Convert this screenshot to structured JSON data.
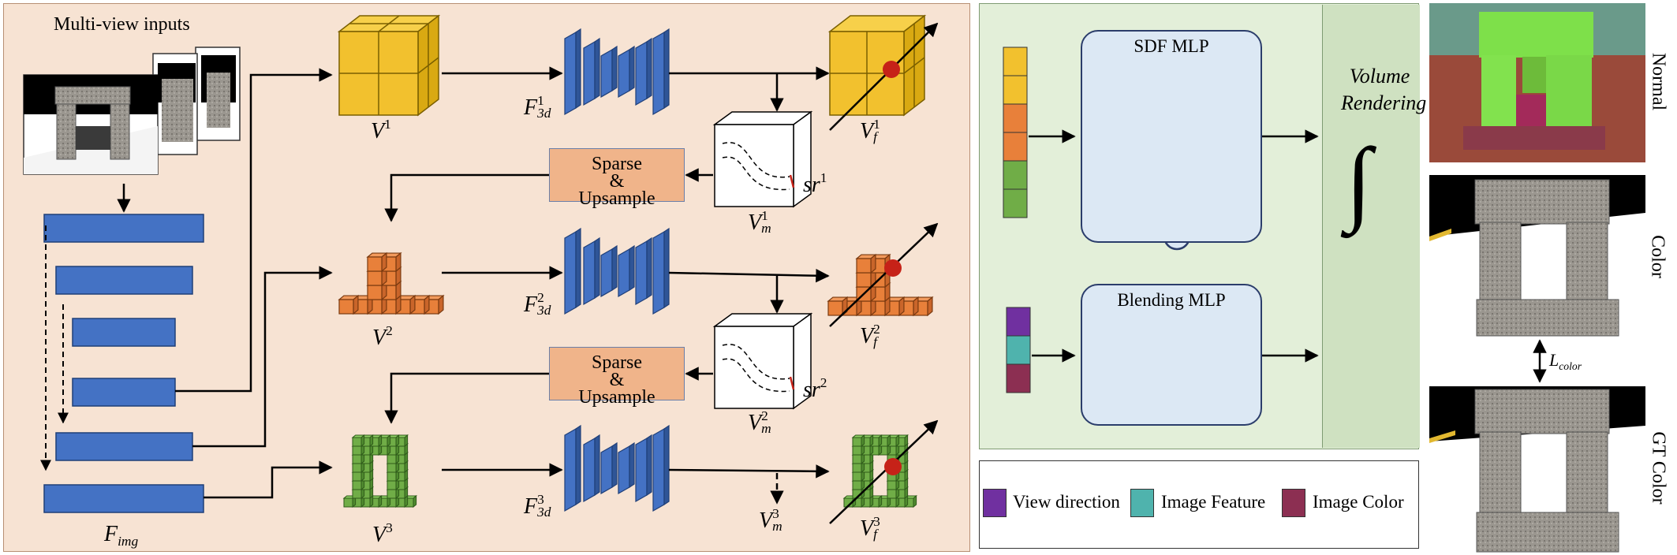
{
  "left_panel": {
    "inputs_title": "Multi-view inputs",
    "f_img": {
      "base": "F",
      "sub": "img"
    },
    "sparse_label": [
      "Sparse",
      "&",
      "Upsample"
    ],
    "volumes": [
      {
        "base": "V",
        "sup": "1"
      },
      {
        "base": "V",
        "sup": "2"
      },
      {
        "base": "V",
        "sup": "3"
      }
    ],
    "networks": [
      {
        "base": "F",
        "sup": "1",
        "sub": "3d"
      },
      {
        "base": "F",
        "sup": "2",
        "sub": "3d"
      },
      {
        "base": "F",
        "sup": "3",
        "sub": "3d"
      }
    ],
    "masks": [
      {
        "base": "V",
        "sup": "1",
        "sub": "m"
      },
      {
        "base": "V",
        "sup": "2",
        "sub": "m"
      },
      {
        "base": "V",
        "sup": "3",
        "sub": "m"
      }
    ],
    "features": [
      {
        "base": "V",
        "sup": "1",
        "sub": "f"
      },
      {
        "base": "V",
        "sup": "2",
        "sub": "f"
      },
      {
        "base": "V",
        "sup": "3",
        "sub": "f"
      }
    ],
    "sr": [
      {
        "base": "sr",
        "sup": "1"
      },
      {
        "base": "sr",
        "sup": "2"
      }
    ]
  },
  "mid_panel": {
    "sdf_mlp": "SDF MLP",
    "blending_mlp": "Blending MLP",
    "volume_rendering": [
      "Volume",
      "Rendering"
    ],
    "integral_symbol": "∫"
  },
  "legend": [
    {
      "label": "View direction",
      "color": "#7030a0"
    },
    {
      "label": "Image Feature",
      "color": "#4fb3ad"
    },
    {
      "label": "Image Color",
      "color": "#8c2f52"
    }
  ],
  "right_panel": {
    "normal_label": "Normal",
    "color_label": "Color",
    "gt_color_label": "GT Color",
    "loss": {
      "base": "L",
      "sub": "color"
    }
  },
  "colors": {
    "yellow": "#f2c12e",
    "orange": "#e8803a",
    "green": "#70ad47",
    "blue": "#4472c4",
    "sparse_fill": "#f0b48a"
  }
}
